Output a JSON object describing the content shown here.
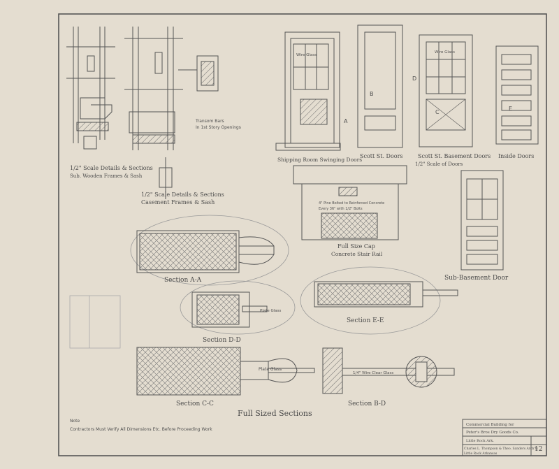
{
  "drawing": {
    "details_left": [
      "1/2\" Scale Details & Sections",
      "Sub. Wooden Frames & Sash"
    ],
    "details_mid": [
      "1/2\" Scale Details & Sections",
      "Casement Frames & Sash"
    ],
    "transom_note": [
      "Transom Bars",
      "In 1st Story Openings"
    ],
    "door_labels": [
      "Shipping Room Swinging Doors",
      "Scott St. Doors",
      "Scott St. Basement Doors",
      "Inside Doors"
    ],
    "door_scale": "1/2\" Scale of Doors",
    "glass_labels": [
      "Wire Glass",
      "Wire Glass"
    ],
    "cap_title": [
      "Full Size Cap",
      "Concrete Stair Rail"
    ],
    "cap_note": [
      "4\" Pine Bolted to Reinforced Concrete",
      "Every 36\" with 1/2\" Bolts"
    ],
    "sub_basement_door": "Sub-Basement Door",
    "sections": [
      "Section A-A",
      "Section D-D",
      "Section E-E",
      "Section C-C",
      "Section B-D"
    ],
    "glazing_labels": [
      "Plate Glass",
      "Plate Glass",
      "1/4\" Wire Clear Glass"
    ],
    "section_letters": [
      "A",
      "B",
      "C",
      "D",
      "E"
    ],
    "full_sized": "Full Sized Sections",
    "note_title": "Note",
    "note_text": "Contractors Must Verify All Dimensions Etc. Before Proceeding Work",
    "title_block": {
      "line1": "Commercial Building for",
      "line2": "Peter's Bros Dry Goods Co.",
      "line3": "Little Rock Ark.",
      "line4": "Charles L. Thompson & Theo. Sanders Arch'ts",
      "line5": "Little Rock Arkansas",
      "sheet_no": "12"
    }
  }
}
